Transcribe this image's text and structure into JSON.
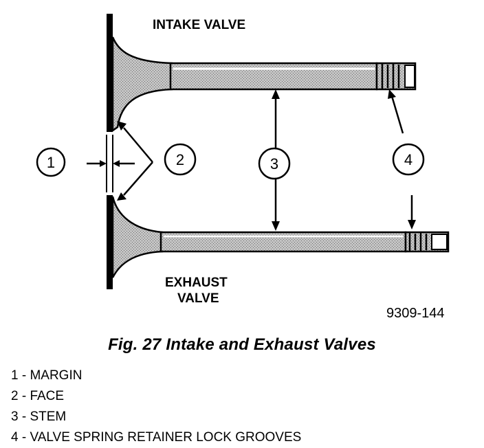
{
  "diagram": {
    "intake_label": "INTAKE VALVE",
    "exhaust_label_line1": "EXHAUST",
    "exhaust_label_line2": "VALVE",
    "figure_code": "9309-144",
    "callouts": [
      "1",
      "2",
      "3",
      "4"
    ]
  },
  "caption": "Fig. 27 Intake and Exhaust Valves",
  "legend": [
    "1 - MARGIN",
    "2 - FACE",
    "3 - STEM",
    "4 - VALVE SPRING RETAINER LOCK GROOVES"
  ],
  "colors": {
    "ink": "#000000",
    "shade": "#b8b8b8",
    "paper": "#ffffff"
  }
}
